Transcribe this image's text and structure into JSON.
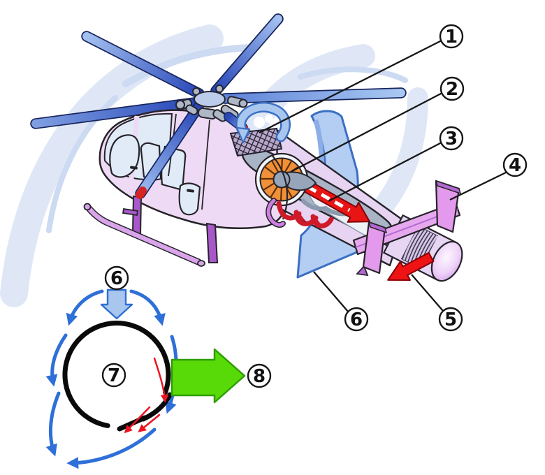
{
  "figure": {
    "type": "helicopter-notar-antitorque-diagram",
    "callouts": {
      "n1": "1",
      "n2": "2",
      "n3": "3",
      "n4": "4",
      "n5": "5",
      "n6": "6",
      "n6b": "6",
      "n7": "7",
      "n8": "8"
    },
    "colors": {
      "background": "#ffffff",
      "swoosh_blue": "#dfe7f7",
      "rotor_blade_dark": "#2746b8",
      "rotor_blade_light": "#a3c0f0",
      "rotor_hub_gray": "#aeb7c6",
      "fuselage_pink": "#eedaf4",
      "window_blue": "#e0ebf7",
      "skid_leg_purple": "#a958c9",
      "skid_tube_purple": "#d9a4ea",
      "tail_boom_pink": "#e7d3f2",
      "stabilizer_violet": "#e49aec",
      "stabilizer_bevel": "#b468d2",
      "duct_gray": "#a9b5c7",
      "fan_orange": "#f09038",
      "airflow_red": "#e91515",
      "exhaust_swirl_red": "#cf1b29",
      "thruster_red": "#ee1416",
      "downwash_fill": "#b3cdf3",
      "downwash_stroke": "#3b6fc2",
      "coanda_blue": "#2e6fd8",
      "slot_jet_red": "#ea1420",
      "thrust_green_fill": "#58d908",
      "thrust_green_stroke": "#2f9e06",
      "callout_bg": "#ffffff",
      "callout_stroke": "#161616",
      "intake_mesh_dark": "#242230"
    }
  }
}
